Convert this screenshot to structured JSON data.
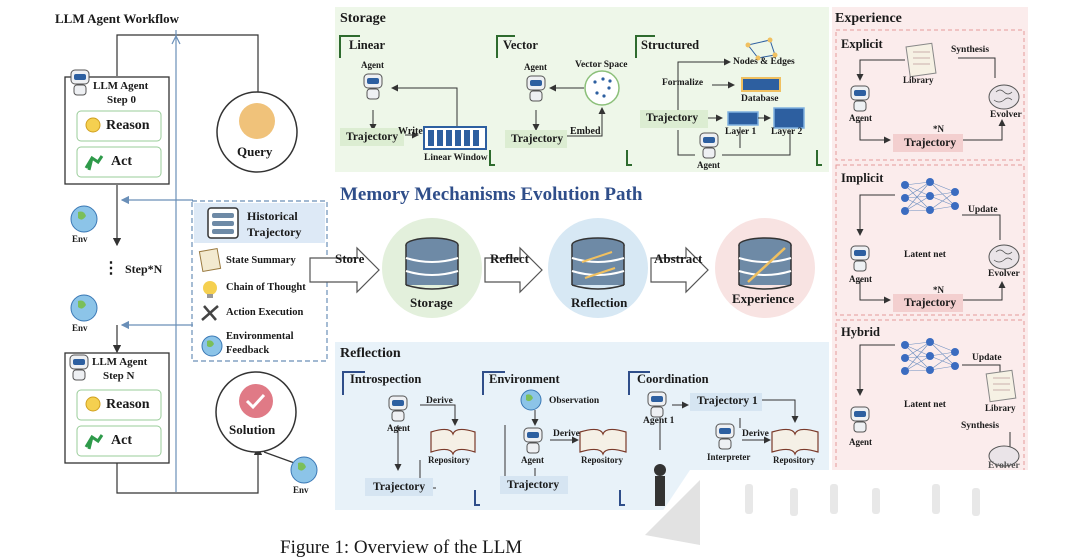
{
  "workflow": {
    "title": "LLM Agent Workflow",
    "step0": {
      "title_line1": "LLM Agent",
      "title_line2": "Step 0",
      "reason": "Reason",
      "act": "Act"
    },
    "stepN": {
      "title_line1": "LLM Agent",
      "title_line2": "Step N",
      "reason": "Reason",
      "act": "Act"
    },
    "env_label": "Env",
    "step_n_label": "Step*N",
    "query": "Query",
    "solution": "Solution"
  },
  "historical": {
    "title_line1": "Historical",
    "title_line2": "Trajectory",
    "items": [
      "State Summary",
      "Chain of Thought",
      "Action Execution",
      "Environmental",
      "Feedback"
    ]
  },
  "storage": {
    "title": "Storage",
    "linear": {
      "title": "Linear",
      "agent": "Agent",
      "write": "Write",
      "trajectory": "Trajectory",
      "window": "Linear Window"
    },
    "vector": {
      "title": "Vector",
      "agent": "Agent",
      "space": "Vector Space",
      "embed": "Embed",
      "trajectory": "Trajectory"
    },
    "structured": {
      "title": "Structured",
      "nodes": "Nodes & Edges",
      "formalize": "Formalize",
      "database": "Database",
      "trajectory": "Trajectory",
      "layer1": "Layer 1",
      "layer2": "Layer 2",
      "agent": "Agent"
    }
  },
  "evolution": {
    "title": "Memory Mechanisms Evolution Path",
    "store": "Store",
    "reflect": "Reflect",
    "abstract": "Abstract",
    "storage": "Storage",
    "reflection": "Reflection",
    "experience": "Experience"
  },
  "reflection": {
    "title": "Reflection",
    "introspection": {
      "title": "Introspection",
      "agent": "Agent",
      "derive": "Derive",
      "repository": "Repository",
      "trajectory": "Trajectory"
    },
    "environment": {
      "title": "Environment",
      "observation": "Observation",
      "agent": "Agent",
      "derive": "Derive",
      "repository": "Repository",
      "trajectory": "Trajectory"
    },
    "coordination": {
      "title": "Coordination",
      "agent1": "Agent 1",
      "trajectory1": "Trajectory 1",
      "derive": "Derive",
      "interpreter": "Interpreter",
      "repository": "Repository"
    }
  },
  "experience": {
    "title": "Experience",
    "explicit": {
      "title": "Explicit",
      "synthesis": "Synthesis",
      "library": "Library",
      "agent": "Agent",
      "evolver": "Evolver",
      "times": "*N",
      "trajectory": "Trajectory"
    },
    "implicit": {
      "title": "Implicit",
      "update": "Update",
      "latent": "Latent net",
      "agent": "Agent",
      "evolver": "Evolver",
      "times": "*N",
      "trajectory": "Trajectory"
    },
    "hybrid": {
      "title": "Hybrid",
      "update": "Update",
      "latent": "Latent net",
      "library": "Library",
      "synthesis": "Synthesis",
      "agent": "Agent",
      "evolver": "Evolver"
    }
  },
  "caption": "Figure 1: Overview of the LLM",
  "colors": {
    "green_panel": "#eef7e9",
    "blue_panel": "#e8f2f9",
    "pink_panel": "#fbecec",
    "accent_blue": "#2f4e8a"
  }
}
